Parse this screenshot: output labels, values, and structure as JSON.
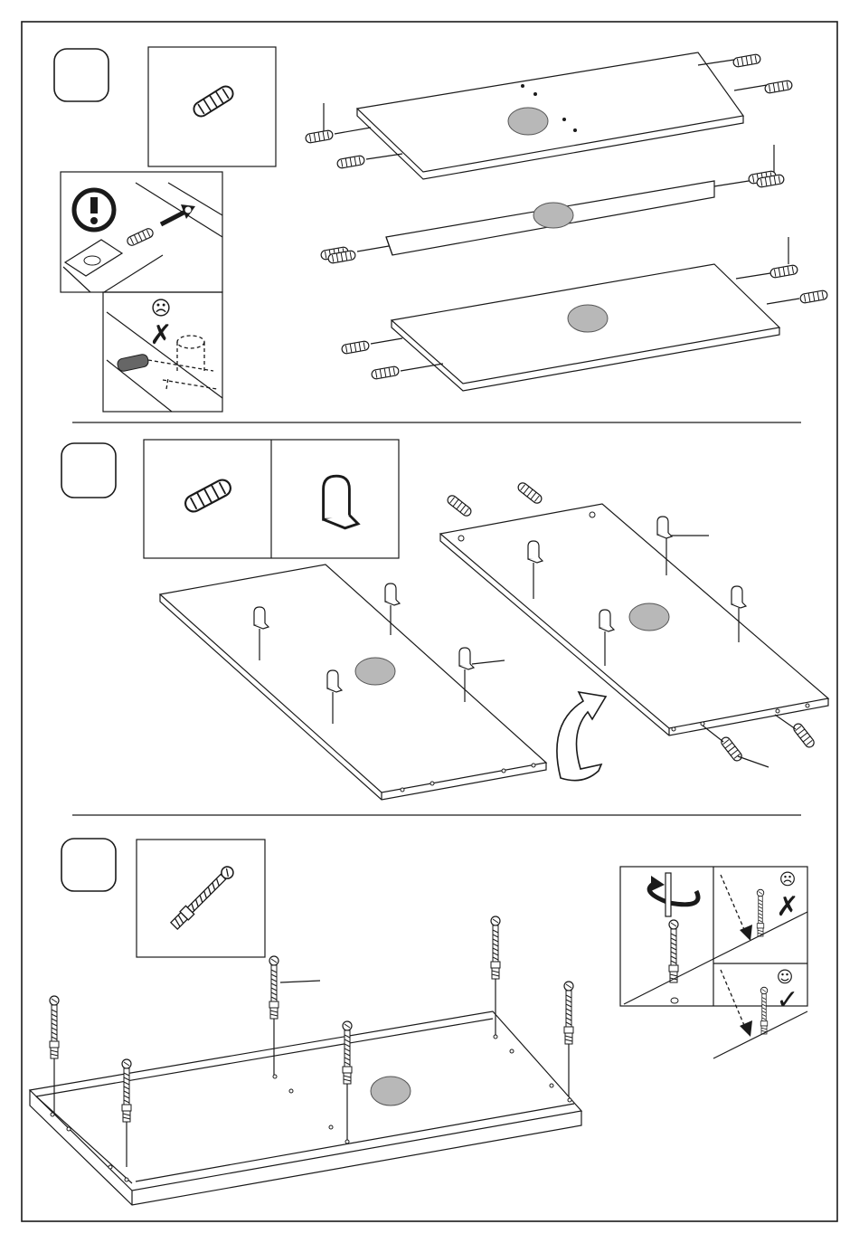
{
  "steps": [
    {
      "id": "step-1",
      "number": ""
    },
    {
      "id": "step-2",
      "number": ""
    },
    {
      "id": "step-3",
      "number": ""
    }
  ],
  "symbols": {
    "warning": "exclamation-in-circle",
    "wrong_face": "☹",
    "right_face": "☺",
    "wrong_mark": "✗",
    "right_mark": "✓"
  },
  "parts": [
    "wooden-dowel",
    "shelf-support",
    "cam-bolt"
  ],
  "colors": {
    "line": "#1a1a1a",
    "marker": "#b8b8b8",
    "paper": "#ffffff"
  }
}
